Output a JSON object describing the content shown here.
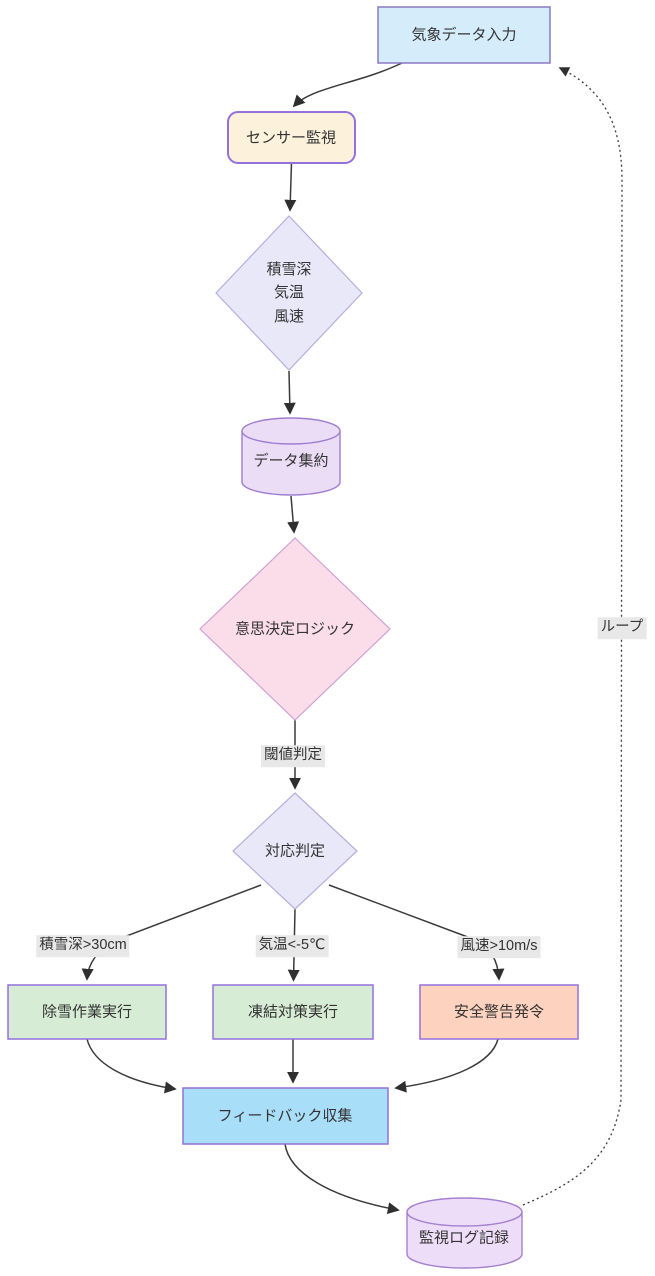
{
  "diagram": {
    "type": "flowchart",
    "direction": "top-down",
    "nodes": {
      "weather_input": {
        "label": "気象データ入力",
        "shape": "rect",
        "fill": "#d5edfb",
        "stroke": "#8b79c7"
      },
      "sensor_monitor": {
        "label": "センサー監視",
        "shape": "rounded",
        "fill": "#fcf2dc",
        "stroke": "#9370db"
      },
      "sensor_values": {
        "line1": "積雪深",
        "line2": "気温",
        "line3": "風速",
        "shape": "diamond",
        "fill": "#e9e8f8",
        "stroke": "#b5aede"
      },
      "data_aggregation": {
        "label": "データ集約",
        "shape": "cylinder",
        "fill": "#ecddf7",
        "stroke": "#9f7ed2"
      },
      "decision_logic": {
        "label": "意思決定ロジック",
        "shape": "diamond",
        "fill": "#fbdde9",
        "stroke": "#cfa0d4"
      },
      "response_decision": {
        "label": "対応判定",
        "shape": "diamond",
        "fill": "#e9e8f8",
        "stroke": "#b5aede"
      },
      "snow_removal": {
        "label": "除雪作業実行",
        "shape": "rect",
        "fill": "#d7ecd5",
        "stroke": "#9370db"
      },
      "freeze_countermeasure": {
        "label": "凍結対策実行",
        "shape": "rect",
        "fill": "#d7ecd5",
        "stroke": "#9370db"
      },
      "safety_warning": {
        "label": "安全警告発令",
        "shape": "rect",
        "fill": "#fdd3c0",
        "stroke": "#9370db"
      },
      "feedback_collection": {
        "label": "フィードバック収集",
        "shape": "rect",
        "fill": "#a9def9",
        "stroke": "#9370db"
      },
      "monitoring_log": {
        "label": "監視ログ記録",
        "shape": "cylinder",
        "fill": "#eeddf8",
        "stroke": "#a581cf"
      }
    },
    "edge_labels": {
      "threshold": "閾値判定",
      "snow_depth": "積雪深>30cm",
      "temperature": "気温<-5℃",
      "wind_speed": "風速>10m/s",
      "loop": "ループ"
    },
    "colors": {
      "canvas": "#ffffff",
      "edge": "#3a3a3a",
      "arrowhead": "#2f2f2f",
      "edge_label_bg": "#e8e8e8",
      "text": "#333333"
    }
  }
}
